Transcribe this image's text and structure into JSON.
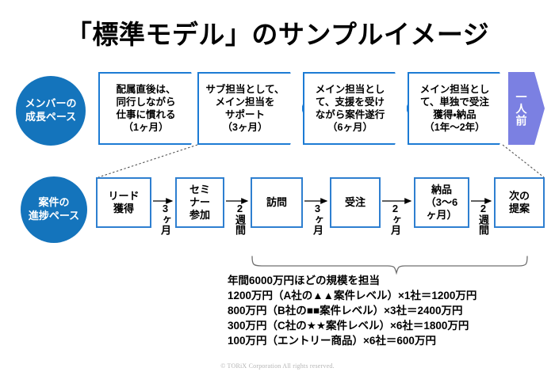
{
  "title": "「標準モデル」のサンプルイメージ",
  "rows": {
    "growth": {
      "badge_line1": "メンバーの",
      "badge_line2": "成長ペース",
      "stages": [
        {
          "lines": [
            "配属直後は、",
            "同行しながら",
            "仕事に慣れる",
            "（1ヶ月）"
          ]
        },
        {
          "lines": [
            "サブ担当として、",
            "メイン担当を",
            "サポート",
            "（3ヶ月）"
          ]
        },
        {
          "lines": [
            "メイン担当とし",
            "て、支援を受け",
            "ながら案件遂行",
            "（6ヶ月）"
          ]
        },
        {
          "lines": [
            "メイン担当とし",
            "て、単独で受注",
            "獲得・納品",
            "（1年〜2年）"
          ]
        }
      ],
      "final_stage": "一人前"
    },
    "progress": {
      "badge_line1": "案件の",
      "badge_line2": "進捗ペース",
      "steps": [
        {
          "lines": [
            "リード",
            "獲得"
          ]
        },
        {
          "lines": [
            "セミ",
            "ナー",
            "参加"
          ]
        },
        {
          "lines": [
            "訪問"
          ]
        },
        {
          "lines": [
            "受注"
          ]
        },
        {
          "lines": [
            "納品",
            "（3〜6",
            "ヶ月）"
          ]
        },
        {
          "lines": [
            "次の",
            "提案"
          ]
        }
      ],
      "intervals": [
        "3ヶ月",
        "2週間",
        "3ヶ月",
        "2ヶ月",
        "2週間"
      ]
    }
  },
  "summary": {
    "headline": "年間6000万円ほどの規模を担当",
    "lines": [
      "1200万円（A社の▲▲案件レベル）×1社＝1200万円",
      "800万円（B社の■■案件レベル）×3社＝2400万円",
      "300万円（C社の★★案件レベル）×6社＝1800万円",
      "100万円（エントリー商品）×6社＝600万円"
    ]
  },
  "footer": "© TORiX Corporation All rights reserved.",
  "colors": {
    "badge_blue": "#1474BC",
    "chevron_border": "#1C7BD4",
    "box_border": "#2E7FD0",
    "final_purple": "#7B80E2",
    "brace_gray": "#6f6f6f",
    "footer_gray": "#b5b5b5"
  }
}
